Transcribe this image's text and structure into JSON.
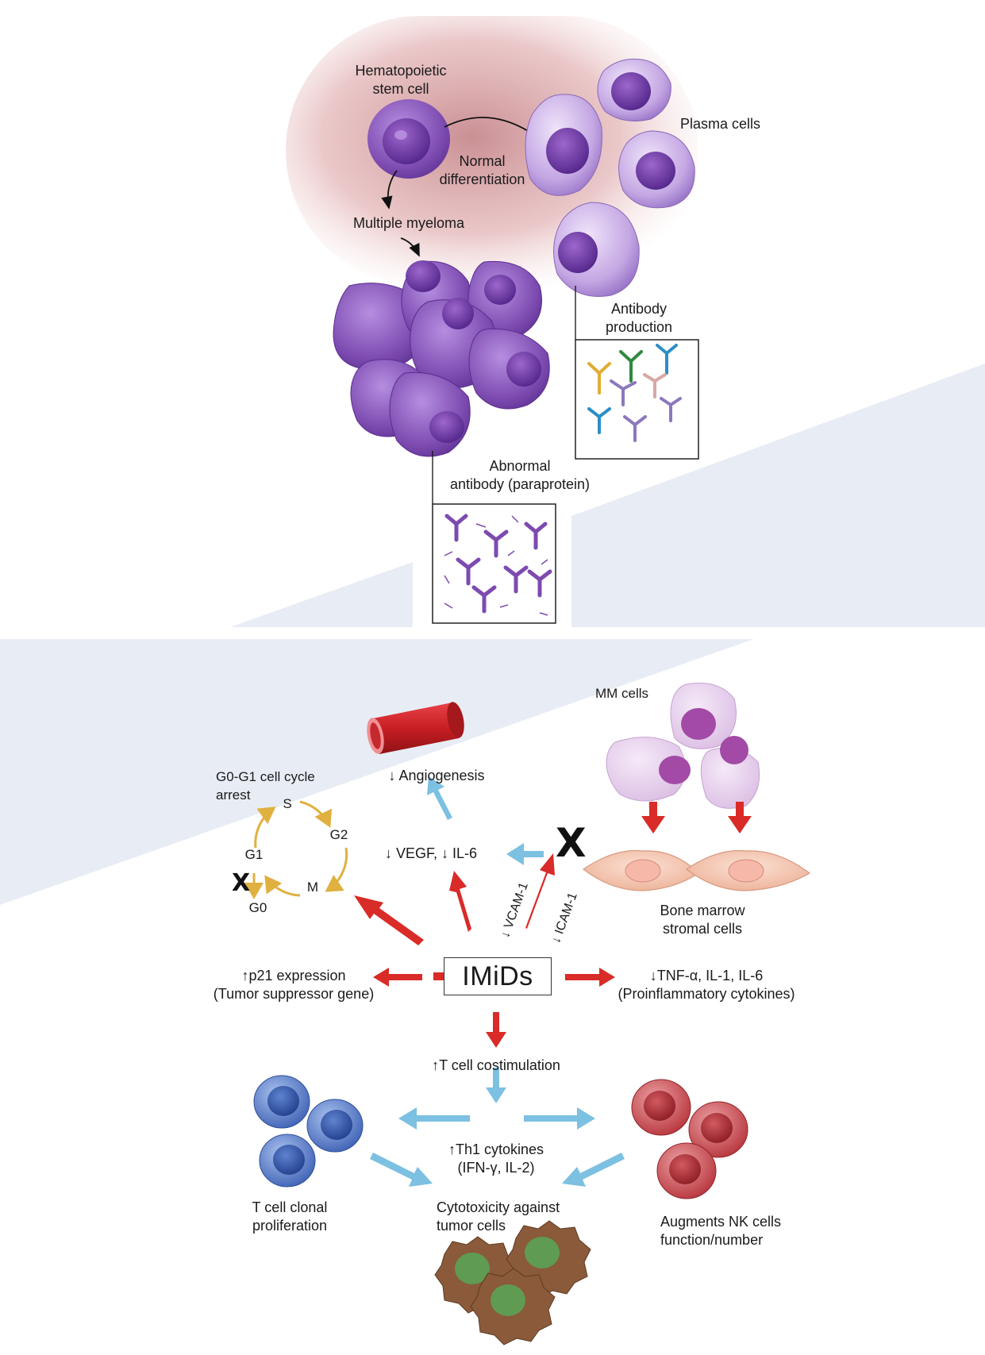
{
  "top": {
    "stem_cell": "Hematopoietic\nstem cell",
    "normal_differentiation": "Normal\ndifferentiation",
    "plasma_cells": "Plasma cells",
    "multiple_myeloma": "Multiple myeloma",
    "antibody_production": "Antibody\nproduction",
    "abnormal_antibody": "Abnormal\nantibody (paraprotein)"
  },
  "bottom": {
    "mm_cells": "MM cells",
    "angiogenesis": "↓ Angiogenesis",
    "cell_cycle_arrest": "G0-G1 cell cycle\narrest",
    "phase_s": "S",
    "phase_g2": "G2",
    "phase_g1": "G1",
    "phase_m": "M",
    "phase_g0": "G0",
    "block_mark": "X",
    "vegf_il6": "↓ VEGF, ↓ IL-6",
    "vcam": "↓ VCAM-1",
    "icam": "↓ ICAM-1",
    "stromal_cells": "Bone marrow\nstromal cells",
    "imids": "IMiDs",
    "p21": "↑p21 expression\n(Tumor suppressor gene)",
    "tnf": "↓TNF-α, IL-1, IL-6\n(Proinflammatory cytokines)",
    "t_costim": "↑T cell costimulation",
    "th1": "↑Th1 cytokines\n(IFN-γ, IL-2)",
    "t_clonal": "T cell clonal\nproliferation",
    "cytotoxicity": "Cytotoxicity against\ntumor cells",
    "nk_cells": "Augments NK cells\nfunction/number"
  },
  "colors": {
    "red_arrow": "#d92b27",
    "blue_arrow": "#7cc0e2",
    "cycle_arrow": "#e0b040",
    "myeloma_purple": "#7d4bb0",
    "plasma_lilac": "#b99ad8",
    "t_cell_blue": "#4f78c8",
    "nk_cell_red": "#c9474d",
    "tumor_green": "#5f9b52",
    "vessel_red": "#c81e23",
    "stromal_peach": "#f3c8b3"
  }
}
